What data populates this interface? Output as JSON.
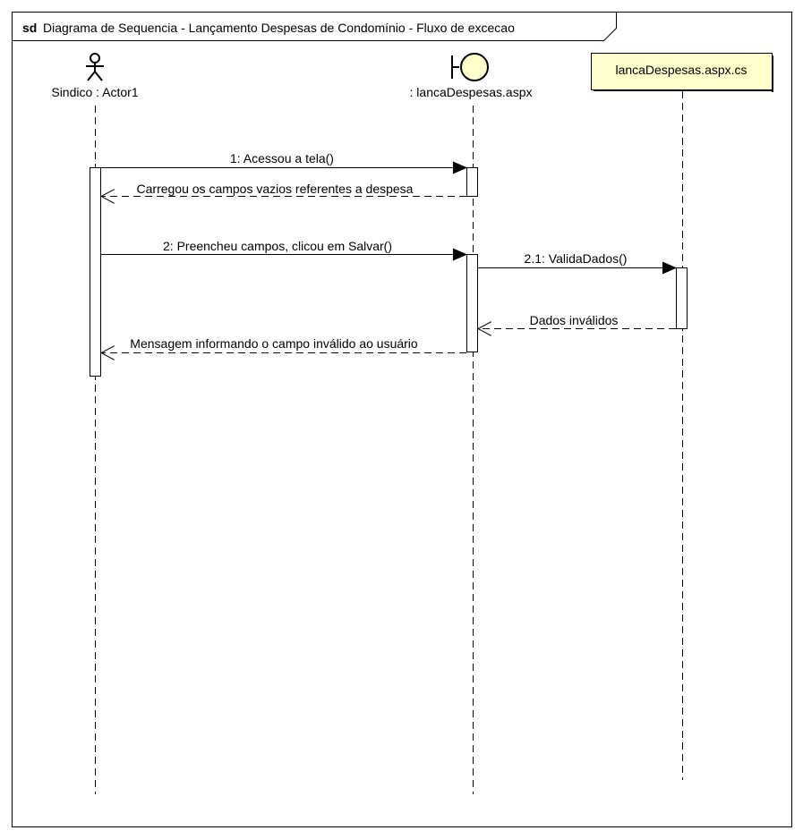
{
  "frame": {
    "keyword": "sd",
    "title": "Diagrama de Sequencia - Lançamento Despesas de Condomínio  - Fluxo de excecao"
  },
  "participants": {
    "actor": {
      "label": "Sindico : Actor1",
      "kind": "actor"
    },
    "boundary": {
      "label": ": lancaDespesas.aspx",
      "kind": "boundary"
    },
    "class": {
      "label": "lancaDespesas.aspx.cs",
      "kind": "class"
    }
  },
  "messages": [
    {
      "label": "1: Acessou a tela()",
      "from": "actor",
      "to": "boundary",
      "kind": "synchronous"
    },
    {
      "label": "Carregou os campos vazios referentes a despesa",
      "from": "boundary",
      "to": "actor",
      "kind": "return"
    },
    {
      "label": "2: Preencheu campos, clicou em Salvar()",
      "from": "actor",
      "to": "boundary",
      "kind": "synchronous"
    },
    {
      "label": "2.1: ValidaDados()",
      "from": "boundary",
      "to": "class",
      "kind": "synchronous"
    },
    {
      "label": "Dados inválidos",
      "from": "class",
      "to": "boundary",
      "kind": "return"
    },
    {
      "label": "Mensagem informando o campo inválido ao usuário",
      "from": "boundary",
      "to": "actor",
      "kind": "return"
    }
  ],
  "colors": {
    "class_box_fill": "#FFFFCC",
    "boundary_fill": "#FFFFCC",
    "stroke": "#000000",
    "lifeline": "#000000",
    "activation_fill": "#FFFFFF"
  }
}
